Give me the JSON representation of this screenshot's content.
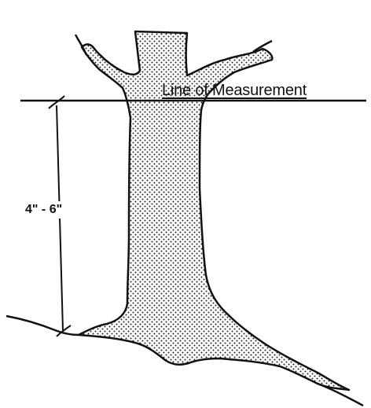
{
  "diagram": {
    "measurement_line_label": "Line of Measurement",
    "height_range_label": "4\" - 6\""
  },
  "colors": {
    "ink": "#111111",
    "trunk_fill_pattern": "stipple",
    "background": "#ffffff"
  },
  "icons": {
    "tree": "tree-trunk-illustration",
    "dimension": "dimension-arrow"
  }
}
